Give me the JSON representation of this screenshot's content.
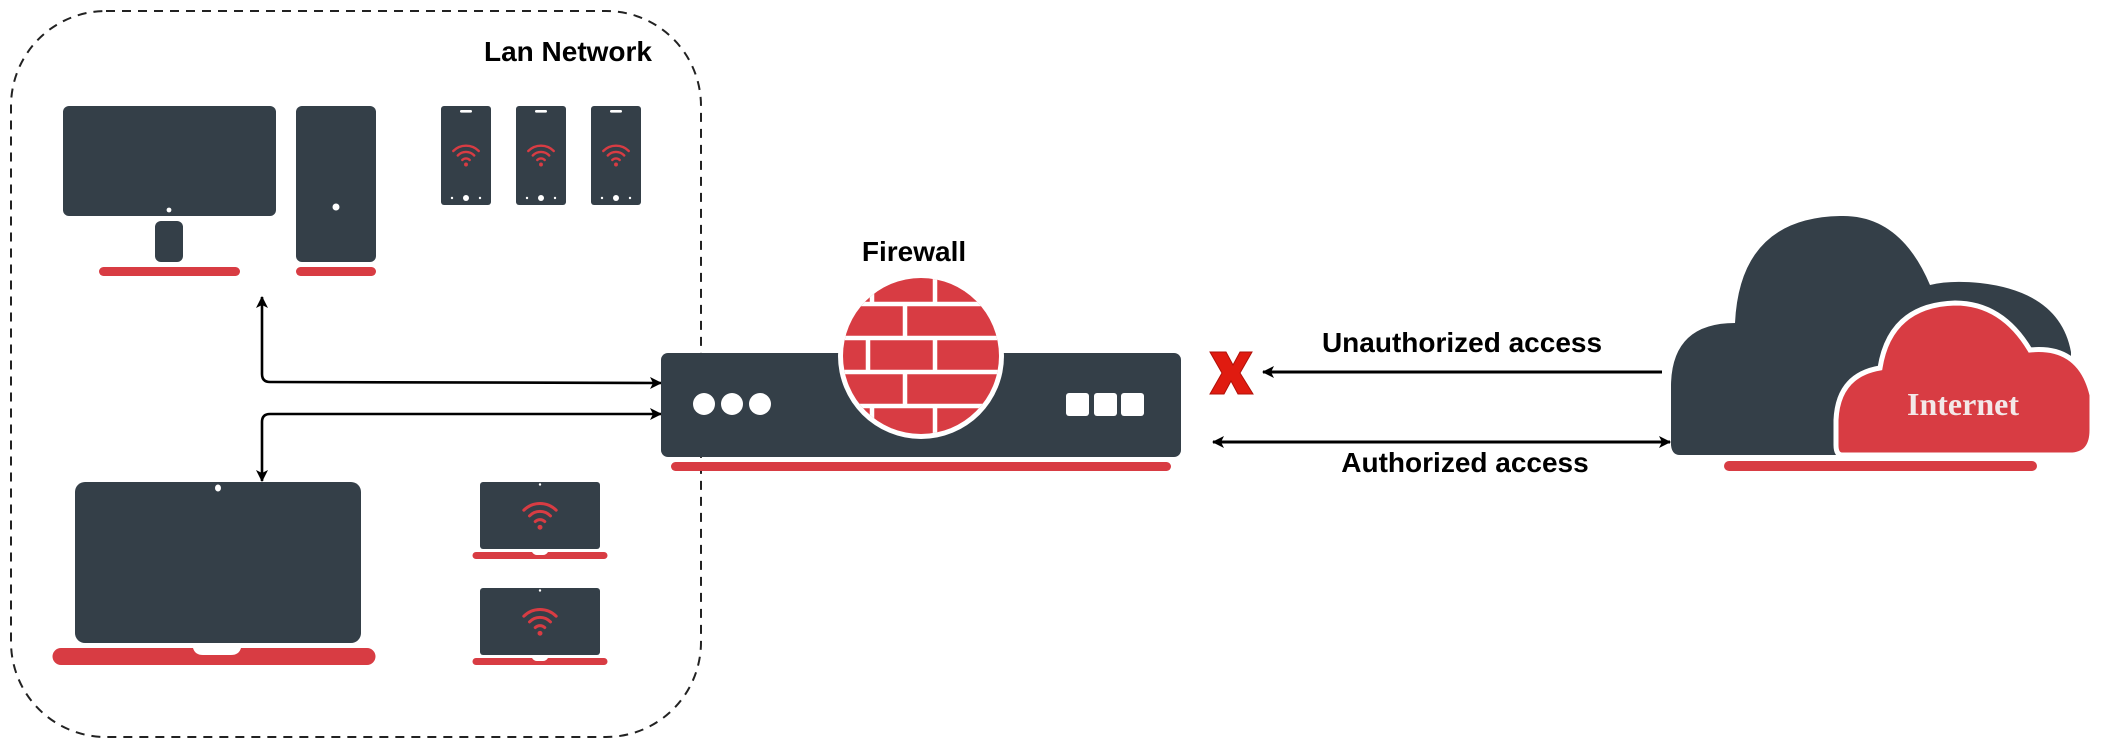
{
  "colors": {
    "device": "#343f48",
    "accent": "#d83c43",
    "line": "#000000",
    "blocked": "#e01b10",
    "background": "#ffffff"
  },
  "lan": {
    "title": "Lan Network",
    "devices": [
      {
        "type": "desktop-monitor",
        "icon": "monitor-icon"
      },
      {
        "type": "desktop-tower",
        "icon": "tower-icon"
      },
      {
        "type": "smartphone",
        "icon": "smartphone-icon",
        "wifi": true
      },
      {
        "type": "smartphone",
        "icon": "smartphone-icon",
        "wifi": true
      },
      {
        "type": "smartphone",
        "icon": "smartphone-icon",
        "wifi": true
      },
      {
        "type": "laptop",
        "icon": "laptop-icon"
      },
      {
        "type": "laptop",
        "icon": "laptop-icon",
        "wifi": true
      },
      {
        "type": "laptop",
        "icon": "laptop-icon",
        "wifi": true
      }
    ]
  },
  "firewall": {
    "label": "Firewall",
    "icon": "brick-wall-icon"
  },
  "connections": {
    "unauthorized": {
      "label": "Unauthorized access",
      "status": "blocked",
      "icon": "x-mark-icon"
    },
    "authorized": {
      "label": "Authorized access",
      "status": "allowed"
    }
  },
  "internet": {
    "label": "Internet",
    "icon": "cloud-icon"
  }
}
